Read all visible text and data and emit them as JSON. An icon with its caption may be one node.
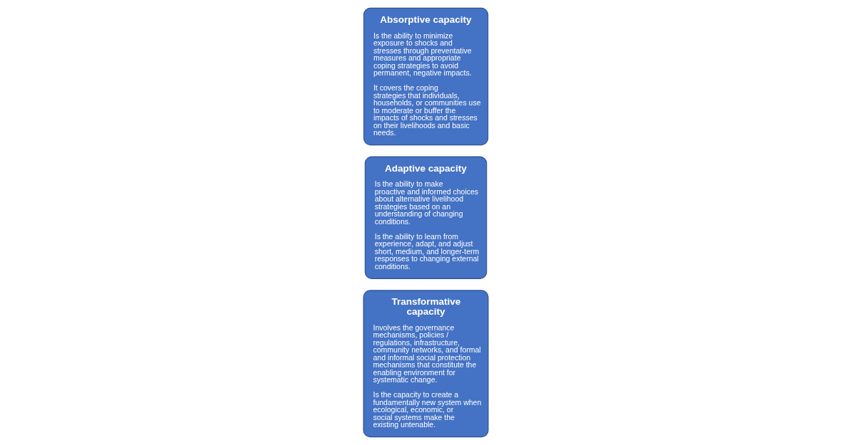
{
  "diagram": {
    "nodes": [
      {
        "text": [
          "Absorptive capacity",
          "Is the ability to minimize exposure to shocks and stresses through preventative measures and appropriate coping strategies to avoid permanent, negative impacts.",
          "It covers the coping strategies that individuals, households, or communities use to moderate or buffer the impacts of shocks and stresses on their livelihoods and basic needs."
        ]
      },
      {
        "text": [
          "Adaptive capacity",
          "Is the ability to make proactive and informed choices about alternative livelihood strategies based on an understanding of changing conditions.",
          "Is the ability to learn from experience, adapt, and adjust short, medium, and longer-term responses to changing external conditions."
        ]
      },
      {
        "text": [
          "Transformative capacity",
          "Involves the governance mechanisms, policies / regulations, infrastructure, community networks, and formal and informal social protection mechanisms that constitute the enabling environment for systematic change.",
          "Is the capacity to create a fundamentally new system when ecological, economic, or social systems make the existing untenable."
        ]
      }
    ]
  }
}
